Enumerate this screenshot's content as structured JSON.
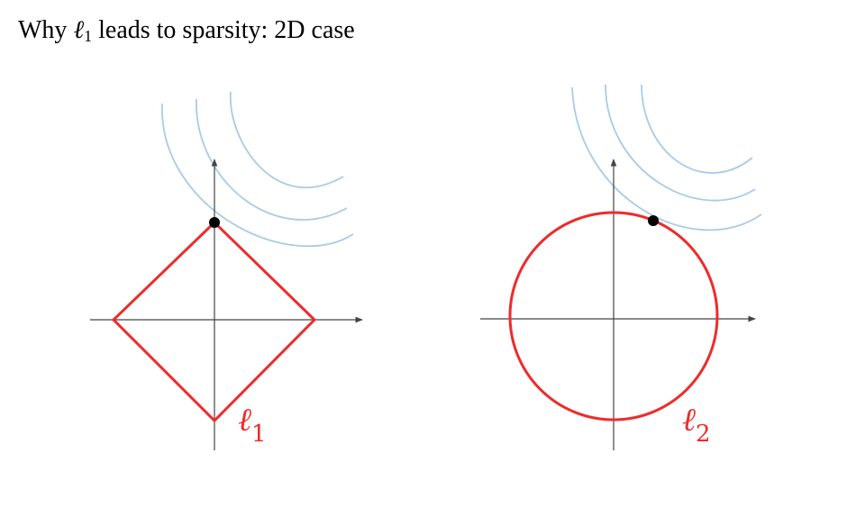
{
  "title": {
    "prefix": "Why ",
    "symbol": "ℓ",
    "subscript": "1",
    "suffix": " leads to sparsity: 2D case"
  },
  "panels": [
    {
      "id": "l1",
      "label_symbol": "ℓ",
      "label_subscript": "1"
    },
    {
      "id": "l2",
      "label_symbol": "ℓ",
      "label_subscript": "2"
    }
  ],
  "colors": {
    "constraint": "#ee2b2b",
    "contours": "#a9cbe8",
    "axes": "#444444",
    "point": "#000000"
  }
}
